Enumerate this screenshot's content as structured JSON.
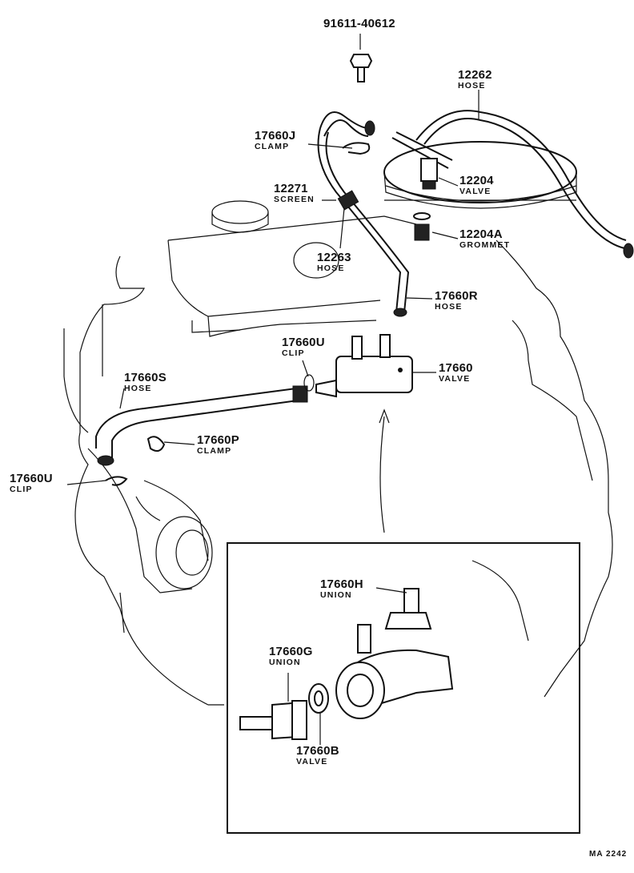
{
  "callouts": [
    {
      "id": "bolt",
      "part": "91611-40612",
      "name": ""
    },
    {
      "id": "hose-top",
      "part": "12262",
      "name": "HOSE"
    },
    {
      "id": "clamp-j",
      "part": "17660J",
      "name": "CLAMP"
    },
    {
      "id": "screen",
      "part": "12271",
      "name": "SCREEN"
    },
    {
      "id": "pcv-valve",
      "part": "12204",
      "name": "VALVE"
    },
    {
      "id": "grommet",
      "part": "12204A",
      "name": "GROMMET"
    },
    {
      "id": "hose-12263",
      "part": "12263",
      "name": "HOSE"
    },
    {
      "id": "hose-r",
      "part": "17660R",
      "name": "HOSE"
    },
    {
      "id": "clip-u-top",
      "part": "17660U",
      "name": "CLIP"
    },
    {
      "id": "valve-17660",
      "part": "17660",
      "name": "VALVE"
    },
    {
      "id": "hose-s",
      "part": "17660S",
      "name": "HOSE"
    },
    {
      "id": "clamp-p",
      "part": "17660P",
      "name": "CLAMP"
    },
    {
      "id": "clip-u-left",
      "part": "17660U",
      "name": "CLIP"
    },
    {
      "id": "union-h",
      "part": "17660H",
      "name": "UNION"
    },
    {
      "id": "union-g",
      "part": "17660G",
      "name": "UNION"
    },
    {
      "id": "valve-b",
      "part": "17660B",
      "name": "VALVE"
    }
  ],
  "footer": {
    "reference": "MA  2242"
  }
}
